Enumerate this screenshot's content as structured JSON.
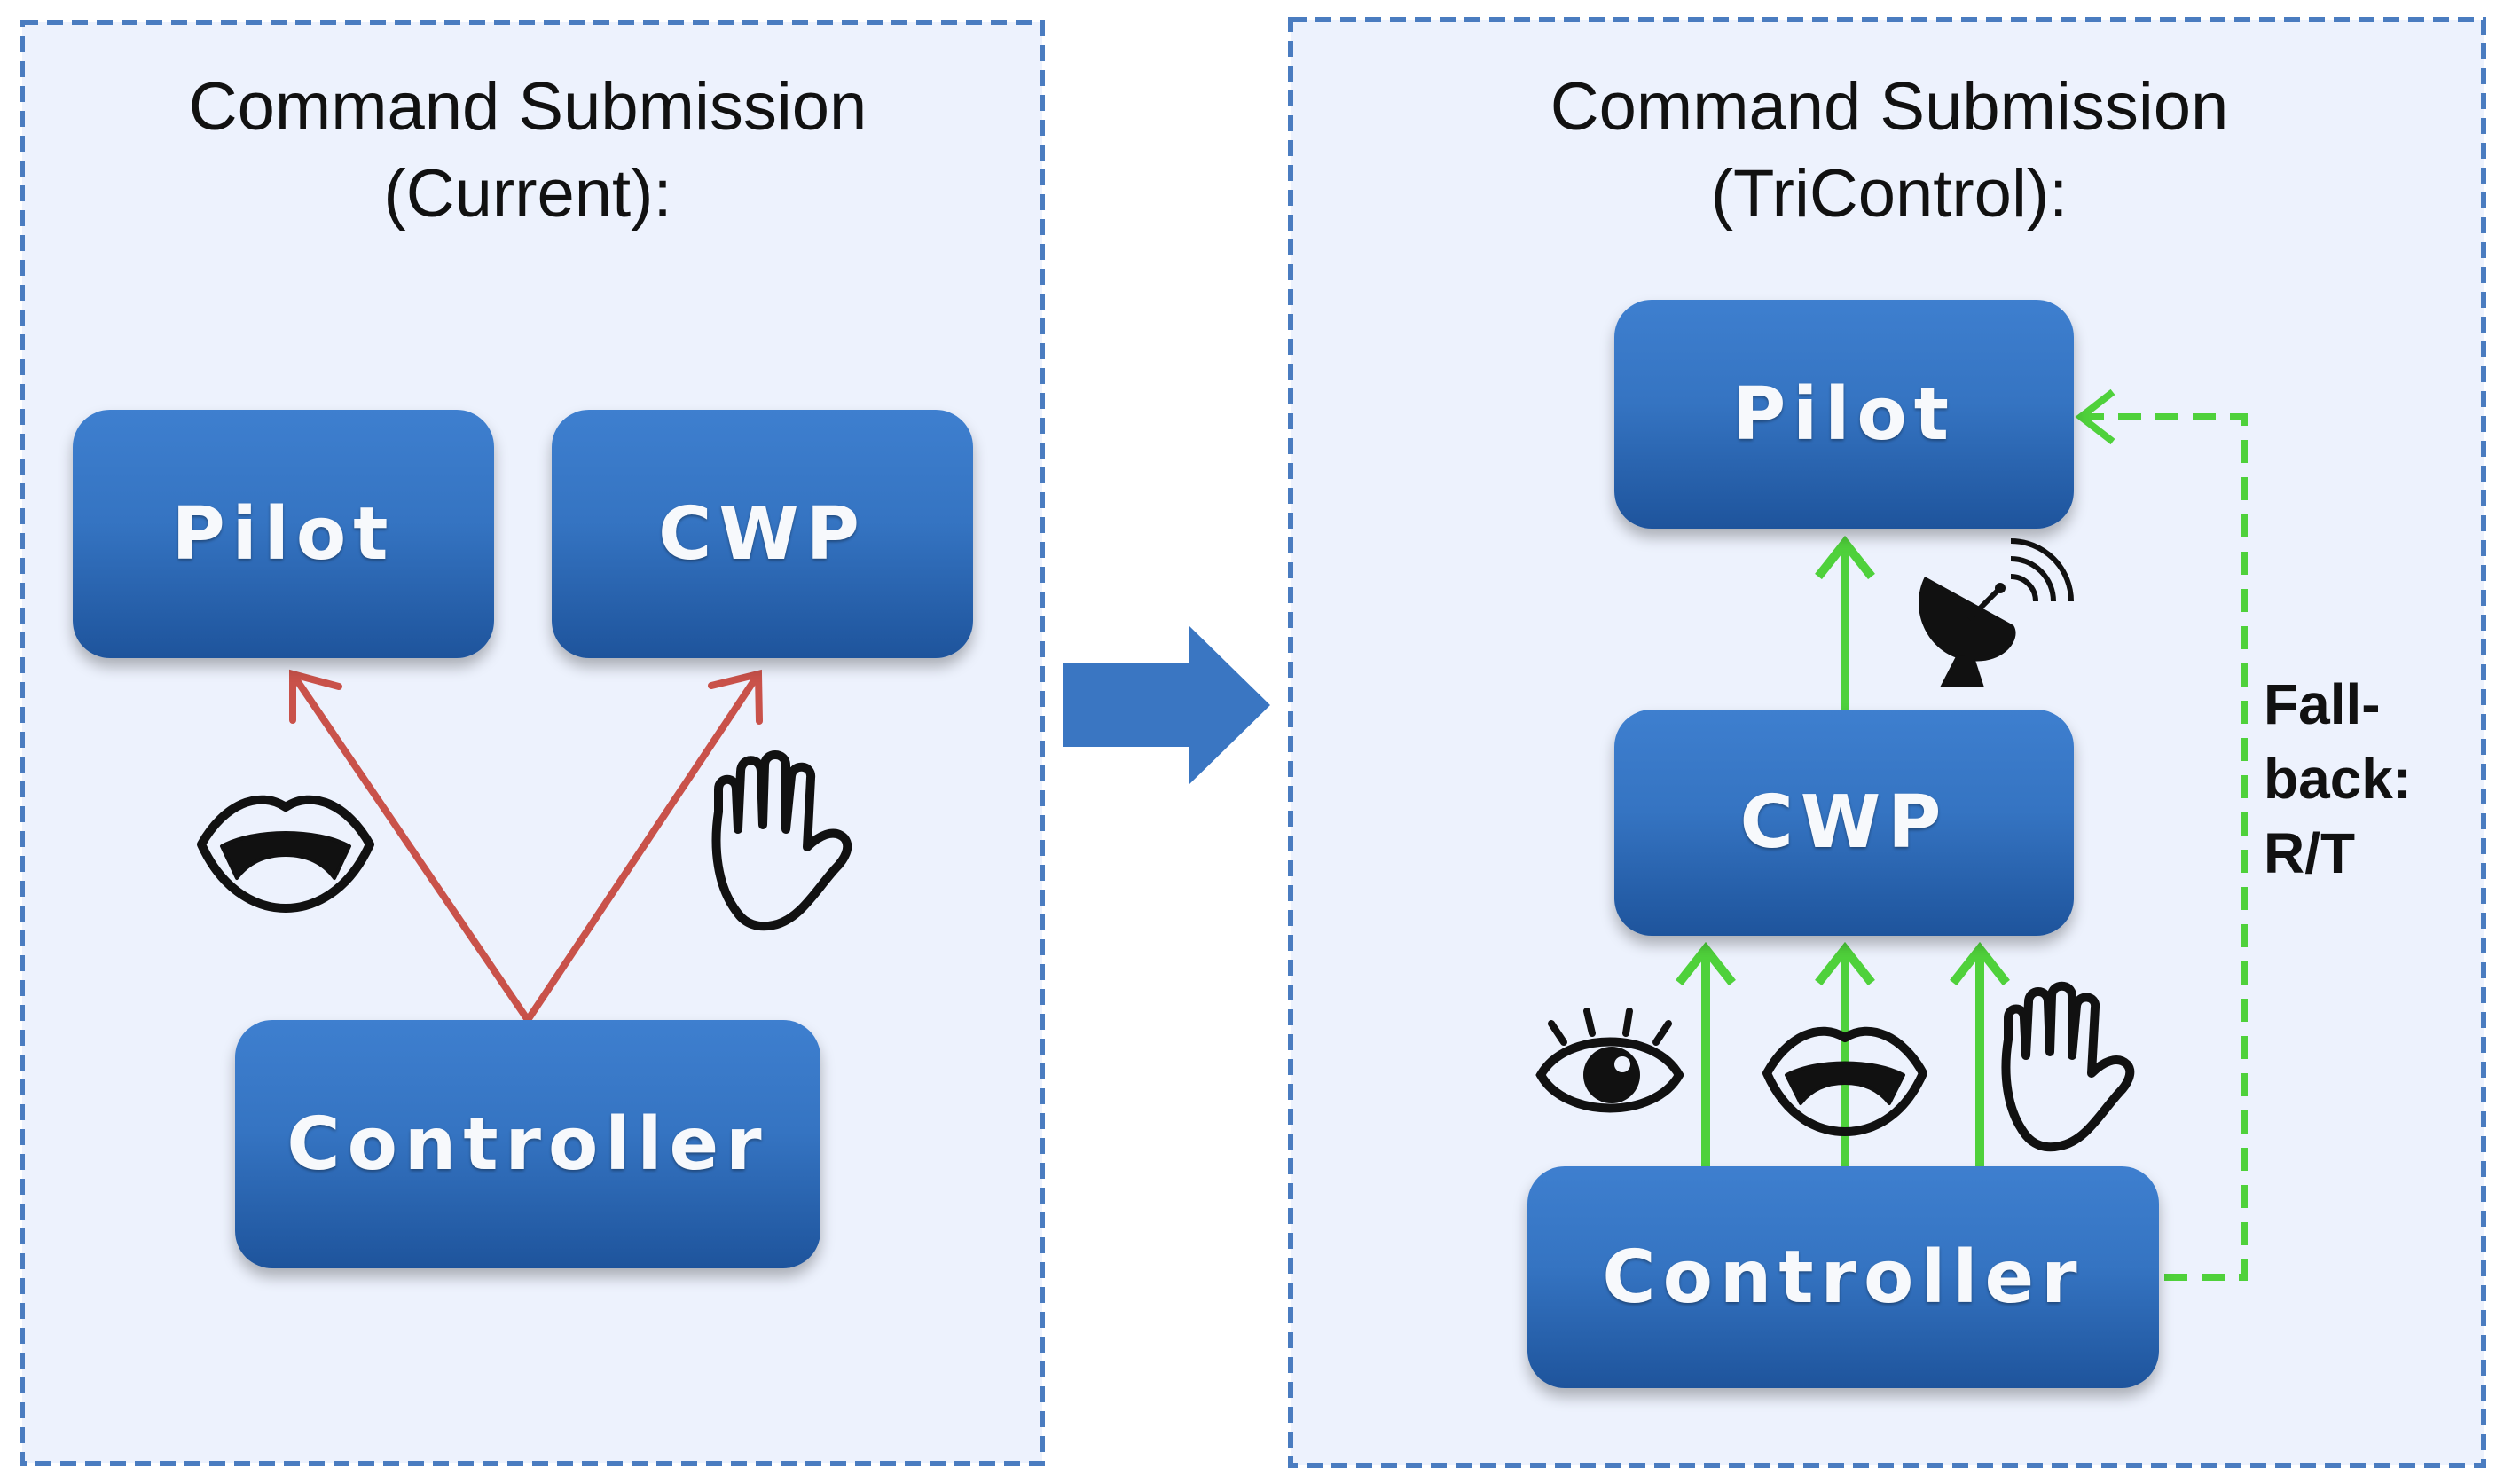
{
  "left_panel": {
    "title_line1": "Command Submission",
    "title_line2": "(Current):",
    "nodes": {
      "pilot": "Pilot",
      "cwp": "CWP",
      "controller": "Controller"
    }
  },
  "right_panel": {
    "title_line1": "Command Submission",
    "title_line2": "(TriControl):",
    "nodes": {
      "pilot": "Pilot",
      "cwp": "CWP",
      "controller": "Controller"
    },
    "fallback_label": [
      "Fall-",
      "back:",
      "R/T"
    ]
  },
  "colors": {
    "panel_fill": "#edf2fd",
    "panel_border": "#4a7cc0",
    "node_blue": "#3a78c7",
    "current_arrow": "#c9524a",
    "tricontrol_arrow": "#4fd13b",
    "transition_arrow": "#3a76c2"
  },
  "icons": [
    "mouth-icon",
    "hand-icon",
    "eye-icon",
    "satellite-dish-icon"
  ]
}
